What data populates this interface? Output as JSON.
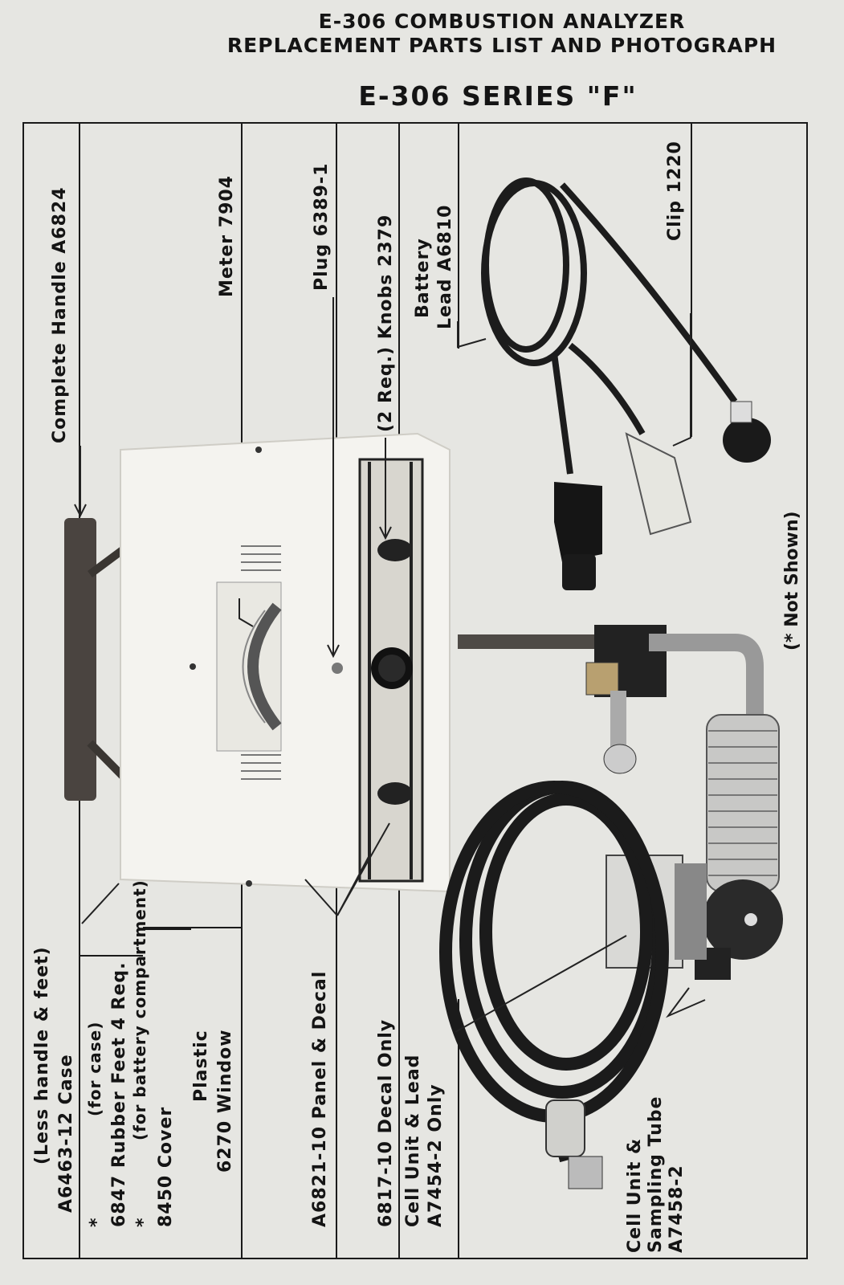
{
  "header": {
    "line1": "E-306 COMBUSTION ANALYZER",
    "line2": "REPLACEMENT PARTS LIST AND PHOTOGRAPH",
    "series": "E-306 SERIES \"F\""
  },
  "columns": {
    "col1": {
      "top": "Complete  Handle  A6824",
      "bottom1": "(Less handle & feet)",
      "bottom2": "A6463-12  Case"
    },
    "col2": {
      "top1": "(for case)",
      "top2": "6847  Rubber  Feet   4 Req.",
      "star1": "*",
      "top3": "(for battery compartment)",
      "top4": "8450  Cover",
      "star2": "*",
      "plastic": "Plastic",
      "window": "6270  Window",
      "meter": "Meter   7904"
    },
    "col3": {
      "panel": "A6821-10  Panel & Decal",
      "plug": "Plug   6389-1"
    },
    "col4": {
      "decal": "6817-10  Decal  Only",
      "knobs": "(2 Req.)    Knobs  2379"
    },
    "col5": {
      "cell1": "Cell Unit & Lead",
      "cell2": "A7454-2  Only",
      "battery1": "Battery",
      "battery2": "Lead  A6810"
    },
    "col6": {
      "sampling1": "Cell Unit &",
      "sampling2": "Sampling Tube",
      "sampling3": "A7458-2",
      "clip": "Clip  1220",
      "not_shown": "(* Not Shown)"
    }
  },
  "colors": {
    "ink": "#141414",
    "paper": "#e6e6e2"
  }
}
